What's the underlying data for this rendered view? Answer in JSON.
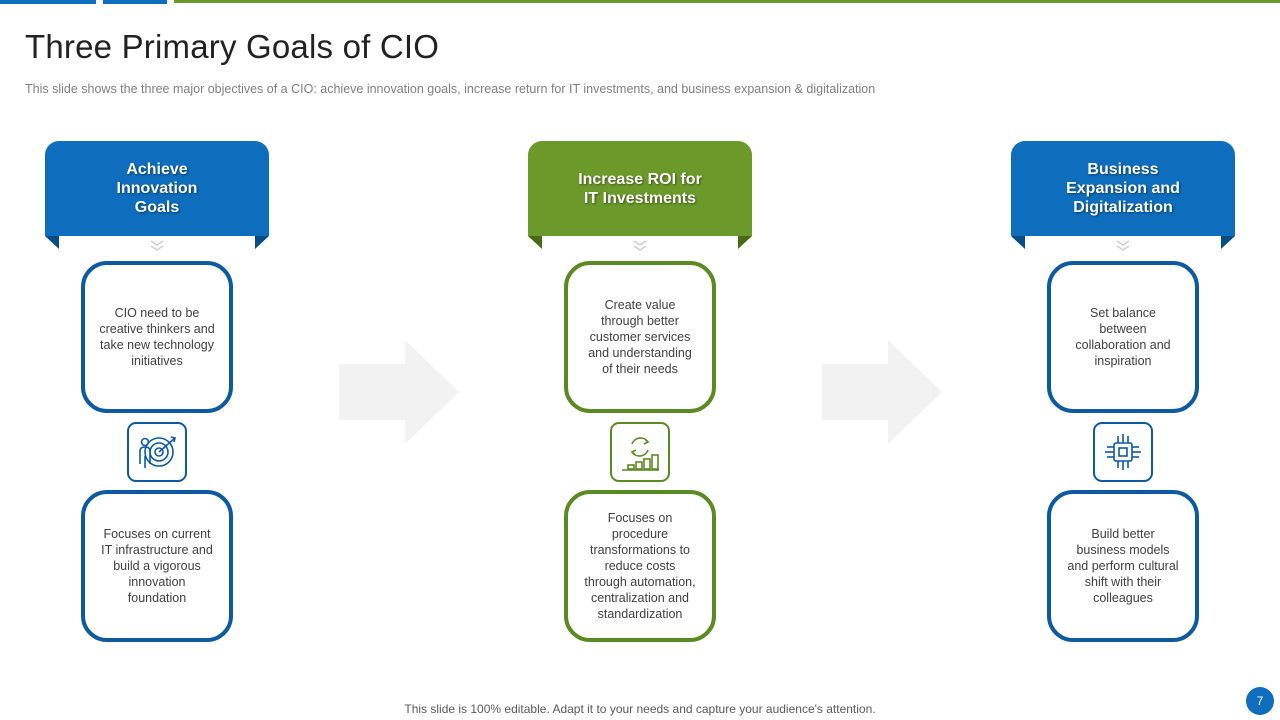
{
  "slide": {
    "title": "Three Primary Goals of CIO",
    "subtitle": "This slide shows the three major objectives of a CIO: achieve innovation goals, increase return for IT investments, and business expansion & digitalization",
    "footer": "This slide is 100% editable. Adapt it to your needs and capture your audience's attention.",
    "page_number": "7"
  },
  "colors": {
    "blue": "#0e6ebd",
    "green": "#6b9a2a",
    "arrow": "#f2f2f2"
  },
  "goals": [
    {
      "heading": "Achieve Innovation Goals",
      "top_text": "CIO need to be creative thinkers and take new technology initiatives",
      "icon": "target-person-icon",
      "bottom_text": "Focuses on current IT infrastructure and build a vigorous innovation foundation"
    },
    {
      "heading": "Increase ROI for IT Investments",
      "top_text": "Create value through better customer services and understanding of their needs",
      "icon": "cycle-growth-chart-icon",
      "bottom_text": "Focuses on procedure transformations to reduce costs through automation, centralization and standardization"
    },
    {
      "heading": "Business Expansion and Digitalization",
      "top_text": "Set balance between collaboration and inspiration",
      "icon": "microchip-icon",
      "bottom_text": "Build better business models and perform cultural shift with their colleagues"
    }
  ]
}
